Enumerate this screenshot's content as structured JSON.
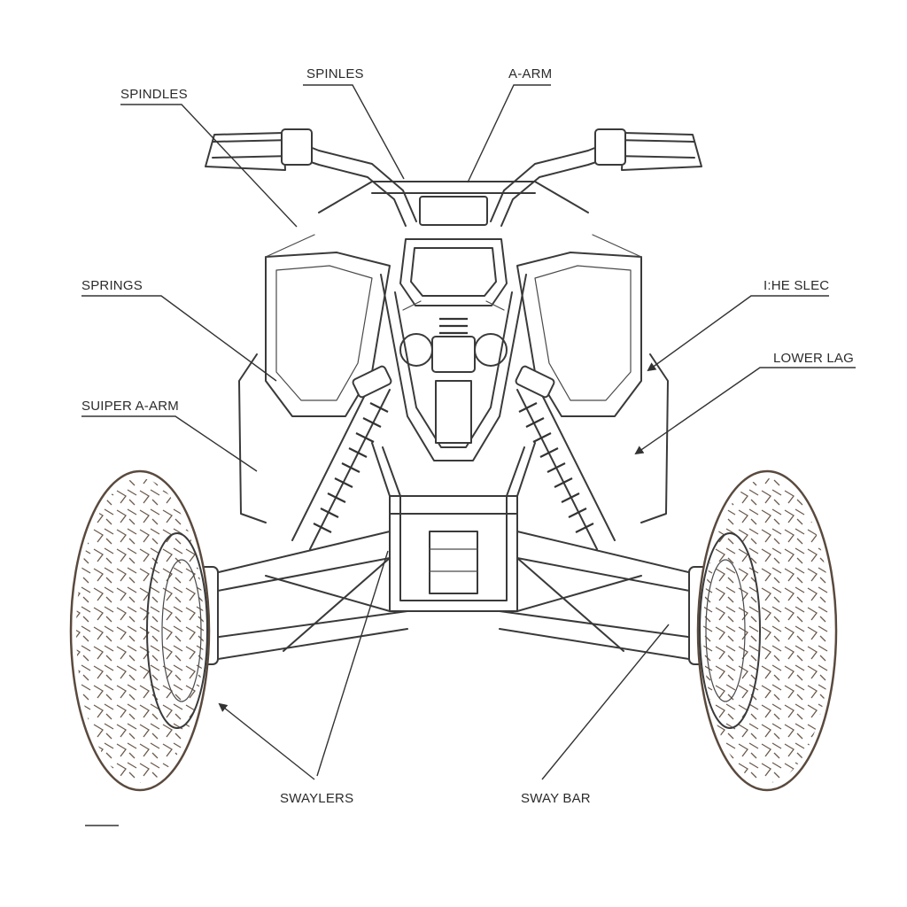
{
  "diagram": {
    "labels": {
      "spindles": "SPINDLES",
      "spinles": "SPINLES",
      "a_arm": "A-ARM",
      "springs": "SPRINGS",
      "ihe_slec": "I:HE SLEC",
      "lower_lag": "LOWER LAG",
      "suiper_a_arm": "SUIPER A-ARM",
      "swaylers": "SWAYLERS",
      "sway_bar": "SWAY BAR"
    }
  }
}
